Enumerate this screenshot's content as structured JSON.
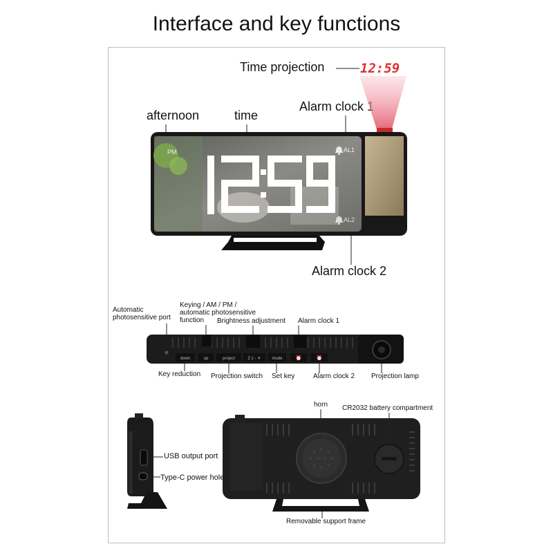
{
  "title": "Interface and key functions",
  "front_view": {
    "projection_label": "Time projection",
    "projected_time": "12:59",
    "labels": {
      "afternoon": "afternoon",
      "time": "time",
      "alarm1": "Alarm clock 1",
      "alarm2": "Alarm clock 2"
    },
    "display": {
      "pm": "PM",
      "time": "12:59",
      "al1": "AL1",
      "al2": "AL2"
    }
  },
  "top_view": {
    "labels": {
      "photosensitive": [
        "Automatic",
        "photosensitive port"
      ],
      "keying": [
        "Keying / AM / PM /",
        "automatic photosensitive",
        "function"
      ],
      "brightness": "Brightness adjustment",
      "alarm1": "Alarm clock 1",
      "key_reduction": "Key reduction",
      "projection_switch": "Projection switch",
      "set_key": "Set key",
      "alarm2": "Alarm clock 2",
      "projection_lamp": "Projection lamp"
    },
    "buttons": [
      "down",
      "up",
      "project",
      "Z z - ☀",
      "mode",
      "⏰",
      "⏰"
    ]
  },
  "side_back_view": {
    "labels": {
      "usb": "USB output port",
      "typec": "Type-C power hole",
      "horn": "horn",
      "battery": "CR2032 battery compartment",
      "stand": "Removable support frame"
    }
  },
  "colors": {
    "led_red": "#e13232",
    "device_black": "#1c1c1c",
    "frame_border": "#bdbdbd"
  }
}
